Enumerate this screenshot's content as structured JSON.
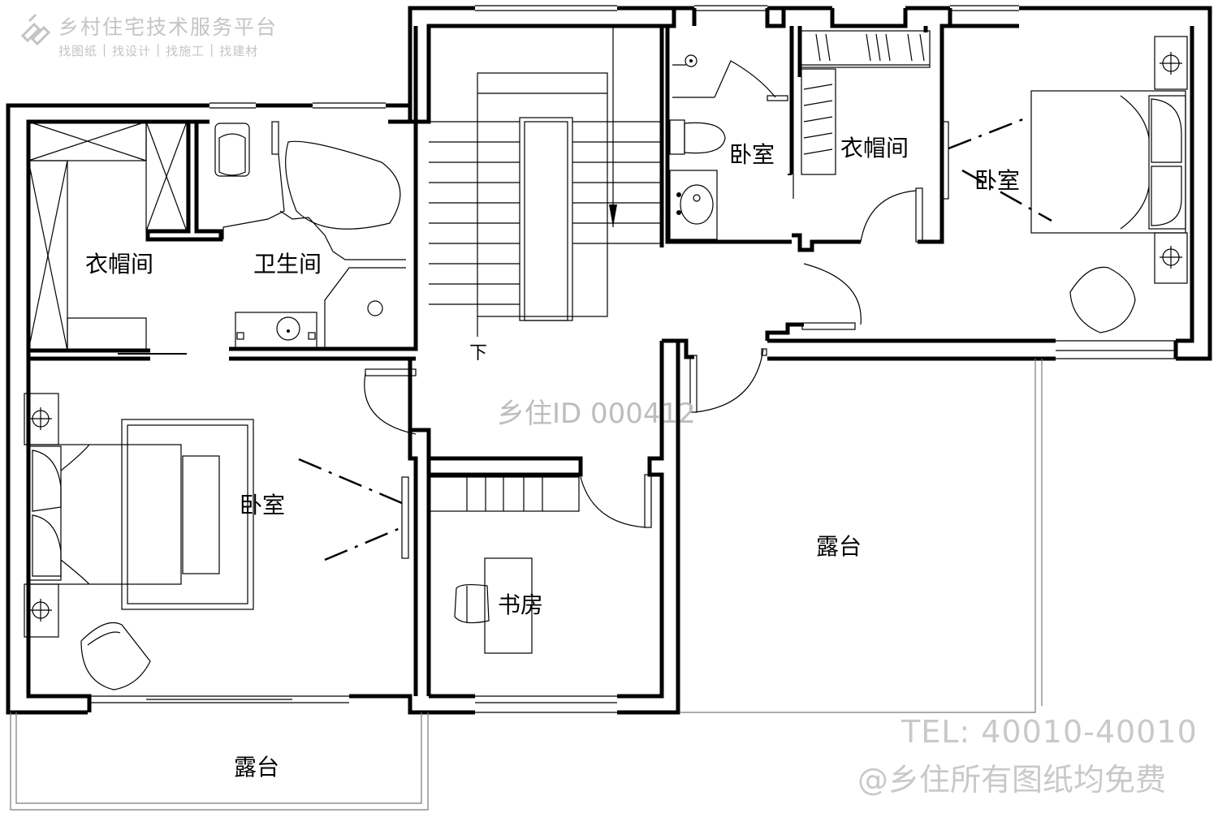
{
  "watermark": {
    "platform_title": "乡村住宅技术服务平台",
    "tags": [
      "找图纸",
      "|",
      "找设计",
      "|",
      "找施工",
      "|",
      "找建材"
    ],
    "id_text": "乡住ID 000412",
    "tel_text": "TEL: 40010-40010",
    "free_text": "@乡住所有图纸均免费"
  },
  "rooms": {
    "closet_left": "衣帽间",
    "bathroom": "卫生间",
    "bedroom_left": "卧室",
    "bedroom_center": "卧室",
    "closet_center": "衣帽间",
    "bedroom_right": "卧室",
    "study": "书房",
    "terrace_right": "露台",
    "terrace_bottom": "露台"
  },
  "stairs": {
    "down_label": "下"
  }
}
